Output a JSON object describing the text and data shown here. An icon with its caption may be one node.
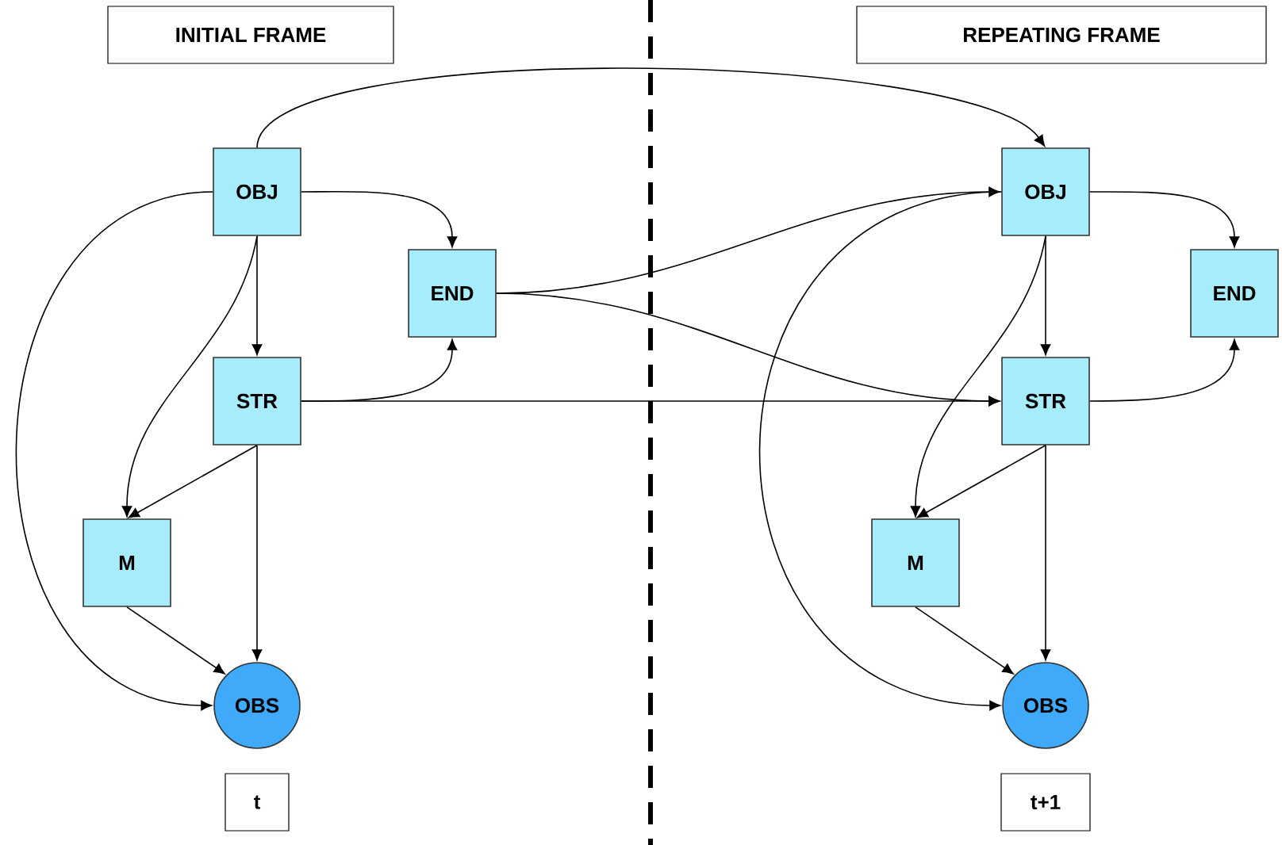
{
  "diagram": {
    "nodes": [
      {
        "text": [
          "INITIAL FRAME"
        ]
      },
      {
        "text": [
          "REPEATING FRAME"
        ]
      },
      {
        "text": [
          "OBJ"
        ]
      },
      {
        "text": [
          "END"
        ]
      },
      {
        "text": [
          "STR"
        ]
      },
      {
        "text": [
          "M"
        ]
      },
      {
        "text": [
          "OBS"
        ]
      },
      {
        "text": [
          "OBJ"
        ]
      },
      {
        "text": [
          "END"
        ]
      },
      {
        "text": [
          "STR"
        ]
      },
      {
        "text": [
          "M"
        ]
      },
      {
        "text": [
          "OBS"
        ]
      },
      {
        "text": [
          "t"
        ]
      },
      {
        "text": [
          "t+1"
        ]
      }
    ],
    "edges": [
      {
        "from": 2,
        "to": 3,
        "arrow": "to"
      },
      {
        "from": 2,
        "to": 4,
        "arrow": "to"
      },
      {
        "from": 2,
        "to": 5,
        "arrow": "to"
      },
      {
        "from": 2,
        "to": 6,
        "arrow": "to"
      },
      {
        "from": 4,
        "to": 3,
        "arrow": "to"
      },
      {
        "from": 4,
        "to": 5,
        "arrow": "to"
      },
      {
        "from": 4,
        "to": 6,
        "arrow": "to"
      },
      {
        "from": 5,
        "to": 6,
        "arrow": "to"
      },
      {
        "from": 2,
        "to": 7,
        "arrow": "to"
      },
      {
        "from": 3,
        "to": 7,
        "arrow": "to"
      },
      {
        "from": 3,
        "to": 9,
        "arrow": "to"
      },
      {
        "from": 4,
        "to": 9,
        "arrow": "to"
      },
      {
        "from": 7,
        "to": 8,
        "arrow": "to"
      },
      {
        "from": 7,
        "to": 9,
        "arrow": "to"
      },
      {
        "from": 7,
        "to": 10,
        "arrow": "to"
      },
      {
        "from": 7,
        "to": 11,
        "arrow": "to"
      },
      {
        "from": 9,
        "to": 8,
        "arrow": "to"
      },
      {
        "from": 9,
        "to": 10,
        "arrow": "to"
      },
      {
        "from": 9,
        "to": 11,
        "arrow": "to"
      },
      {
        "from": 10,
        "to": 11,
        "arrow": "to"
      }
    ]
  }
}
